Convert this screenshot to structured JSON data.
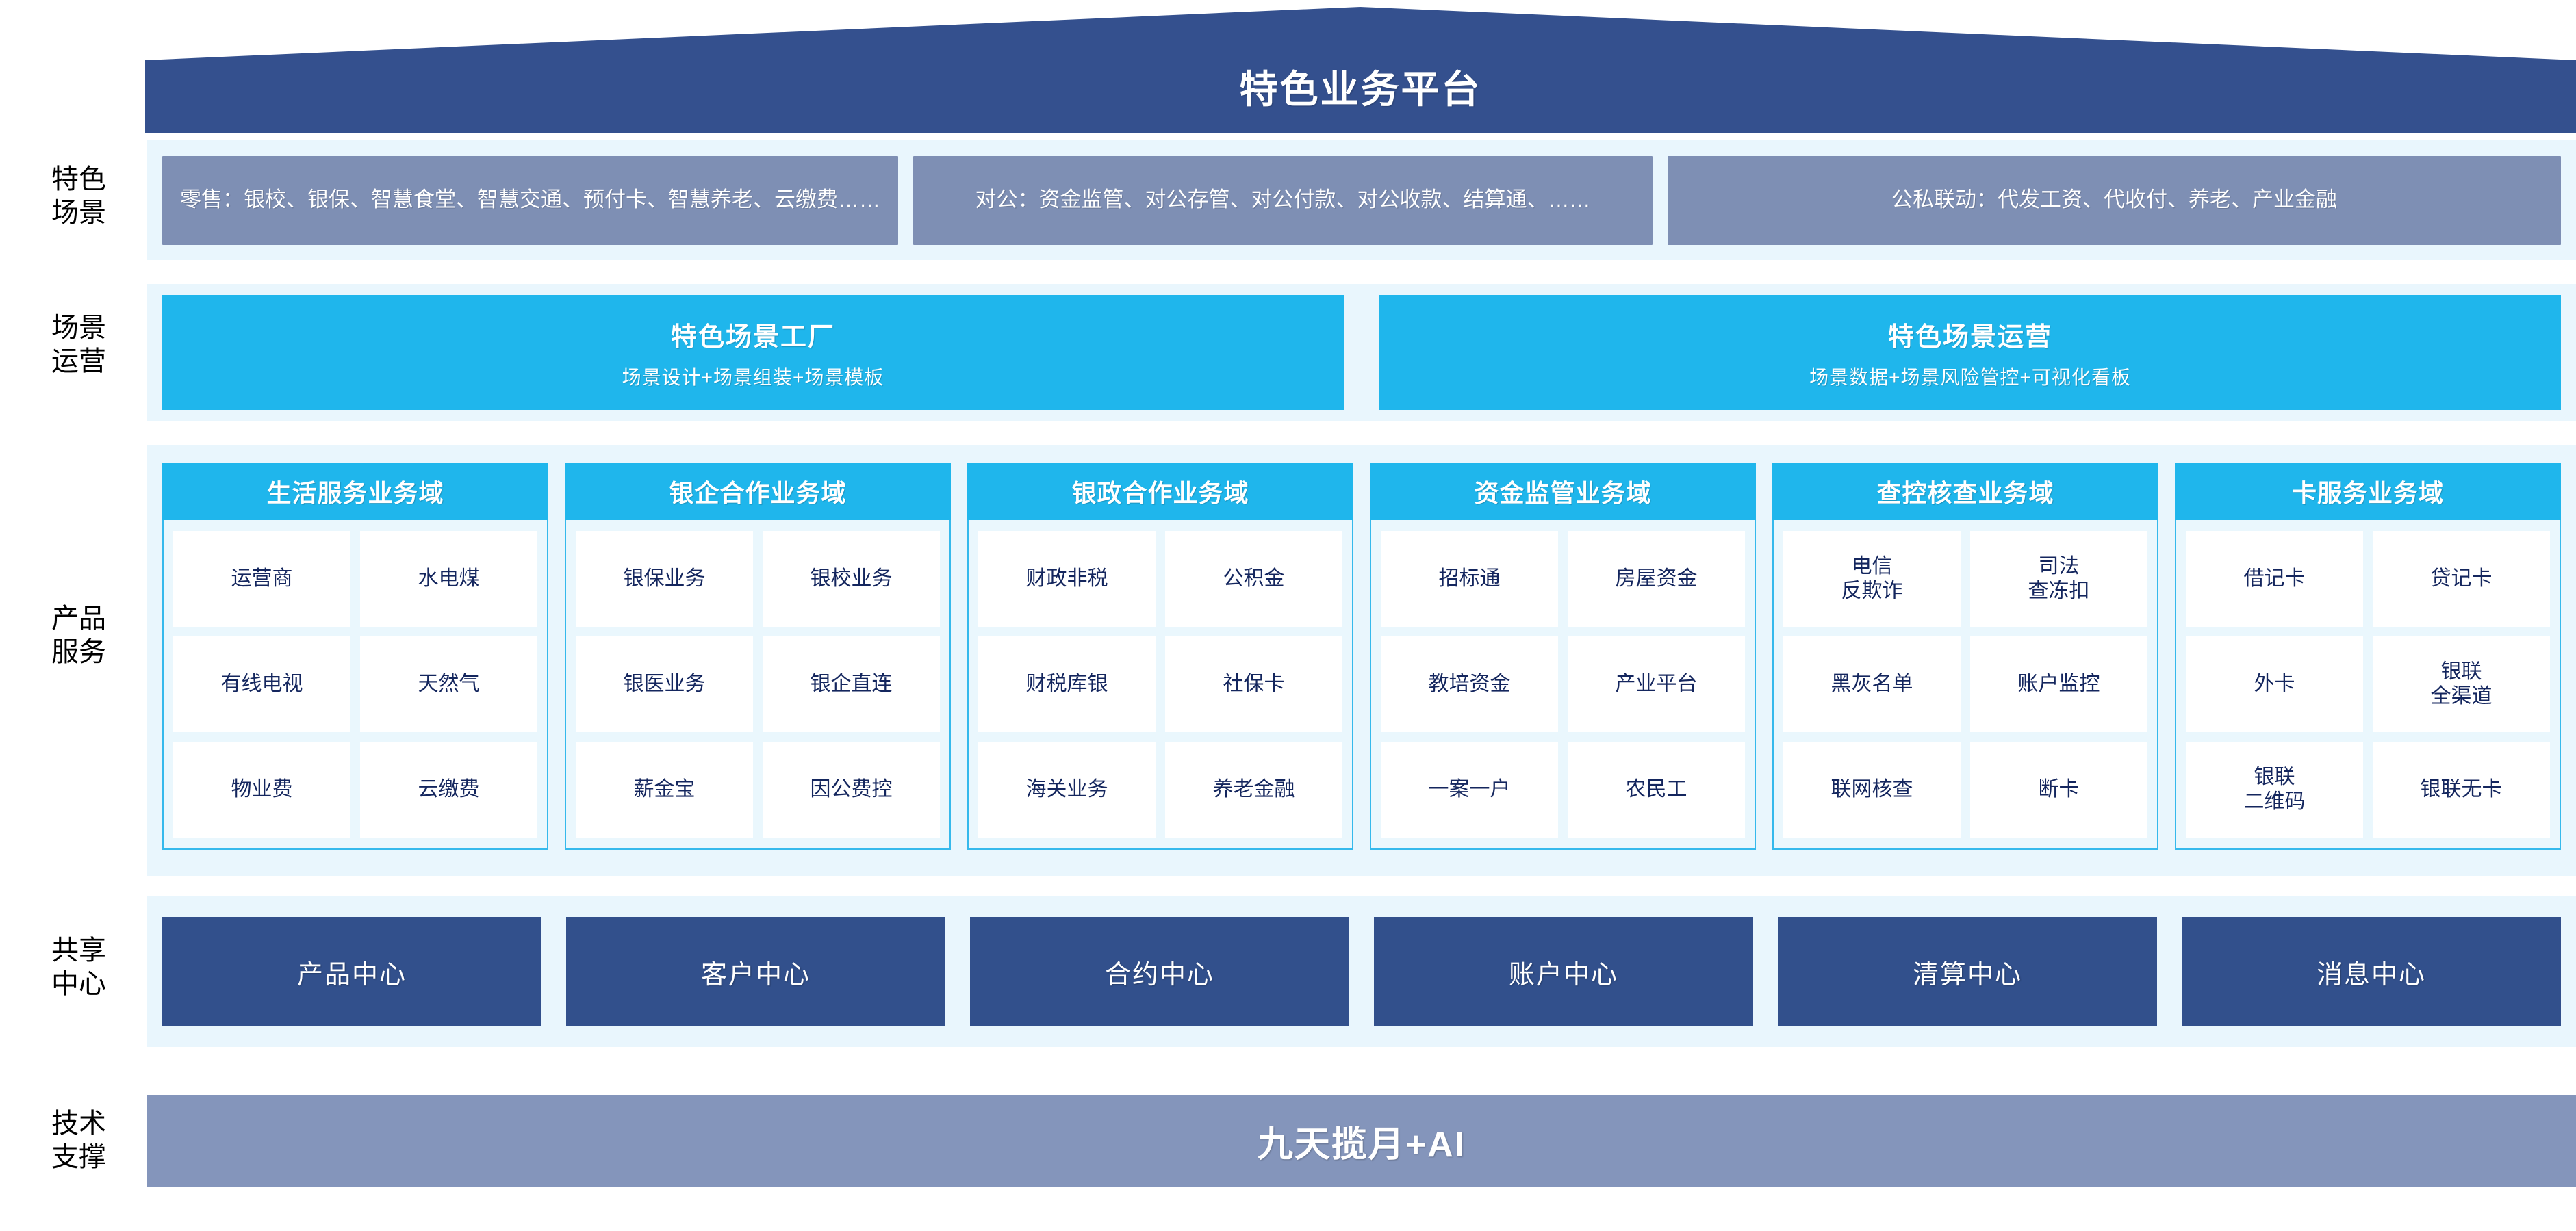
{
  "header": {
    "title": "特色业务平台",
    "roof_color": "#34508e"
  },
  "rail": [
    {
      "label": "特色\n场景"
    },
    {
      "label": "场景\n运营"
    },
    {
      "label": "产品\n服务"
    },
    {
      "label": "共享\n中心"
    },
    {
      "label": "技术\n支撑"
    }
  ],
  "scenarios": {
    "retail": "零售：银校、银保、智慧食堂、智慧交通、预付卡、智慧养老、云缴费……",
    "corporate": "对公：资金监管、对公存管、对公付款、对公收款、结算通、……",
    "linkage": "公私联动：代发工资、代收付、养老、产业金融",
    "box_color": "#7e8fb4"
  },
  "operation": {
    "accent_color": "#1fb6ec",
    "items": [
      {
        "title": "特色场景工厂",
        "subtitle": "场景设计+场景组装+场景模板"
      },
      {
        "title": "特色场景运营",
        "subtitle": "场景数据+场景风险管控+可视化看板"
      }
    ]
  },
  "domains": [
    {
      "title": "生活服务业务域",
      "rows": [
        [
          "运营商",
          "水电煤"
        ],
        [
          "有线电视",
          "天然气"
        ],
        [
          "物业费",
          "云缴费"
        ]
      ]
    },
    {
      "title": "银企合作业务域",
      "rows": [
        [
          "银保业务",
          "银校业务"
        ],
        [
          "银医业务",
          "银企直连"
        ],
        [
          "薪金宝",
          "因公费控"
        ]
      ]
    },
    {
      "title": "银政合作业务域",
      "rows": [
        [
          "财政非税",
          "公积金"
        ],
        [
          "财税库银",
          "社保卡"
        ],
        [
          "海关业务",
          "养老金融"
        ]
      ]
    },
    {
      "title": "资金监管业务域",
      "rows": [
        [
          "招标通",
          "房屋资金"
        ],
        [
          "教培资金",
          "产业平台"
        ],
        [
          "一案一户",
          "农民工"
        ]
      ]
    },
    {
      "title": "查控核查业务域",
      "rows": [
        [
          "电信\n反欺诈",
          "司法\n查冻扣"
        ],
        [
          "黑灰名单",
          "账户监控"
        ],
        [
          "联网核查",
          "断卡"
        ]
      ]
    },
    {
      "title": "卡服务业务域",
      "rows": [
        [
          "借记卡",
          "贷记卡"
        ],
        [
          "外卡",
          "银联\n全渠道"
        ],
        [
          "银联\n二维码",
          "银联无卡"
        ]
      ]
    }
  ],
  "shared_centers": {
    "box_color": "#32508c",
    "items": [
      "产品中心",
      "客户中心",
      "合约中心",
      "账户中心",
      "清算中心",
      "消息中心"
    ]
  },
  "tech_support": {
    "label": "九天揽月+AI",
    "bar_color": "#8495bb"
  }
}
